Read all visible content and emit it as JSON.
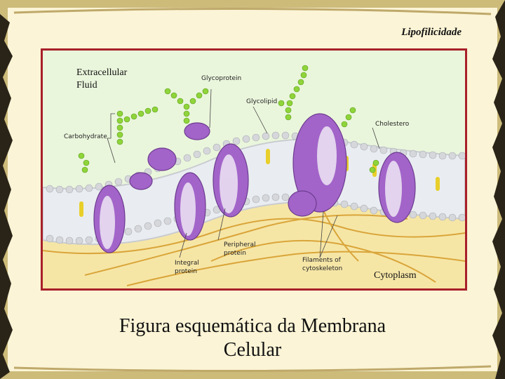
{
  "header": {
    "title": "Lipofilicidade"
  },
  "diagram": {
    "labels": {
      "extracellular_line1": "Extracellular",
      "extracellular_line2": "Fluid",
      "glycoprotein": "Glycoprotein",
      "glycolipid": "Glycolipid",
      "cholesterol": "Cholestero",
      "carbohydrate": "Carbohydrate",
      "peripheral_line1": "Peripheral",
      "peripheral_line2": "protein",
      "integral_line1": "Integral",
      "integral_line2": "protein",
      "filaments_line1": "Filaments of",
      "filaments_line2": "cytoskeleton",
      "cytoplasm": "Cytoplasm"
    },
    "colors": {
      "frame": "#a8202a",
      "lipid_head": "#d8d8d8",
      "protein": "#9c5bc0",
      "sugar": "#8fd43a",
      "filament": "#d9a53a",
      "cholesterol": "#e8cf2a"
    }
  },
  "caption": {
    "line1": "Figura esquemática da Membrana",
    "line2": "Celular"
  }
}
